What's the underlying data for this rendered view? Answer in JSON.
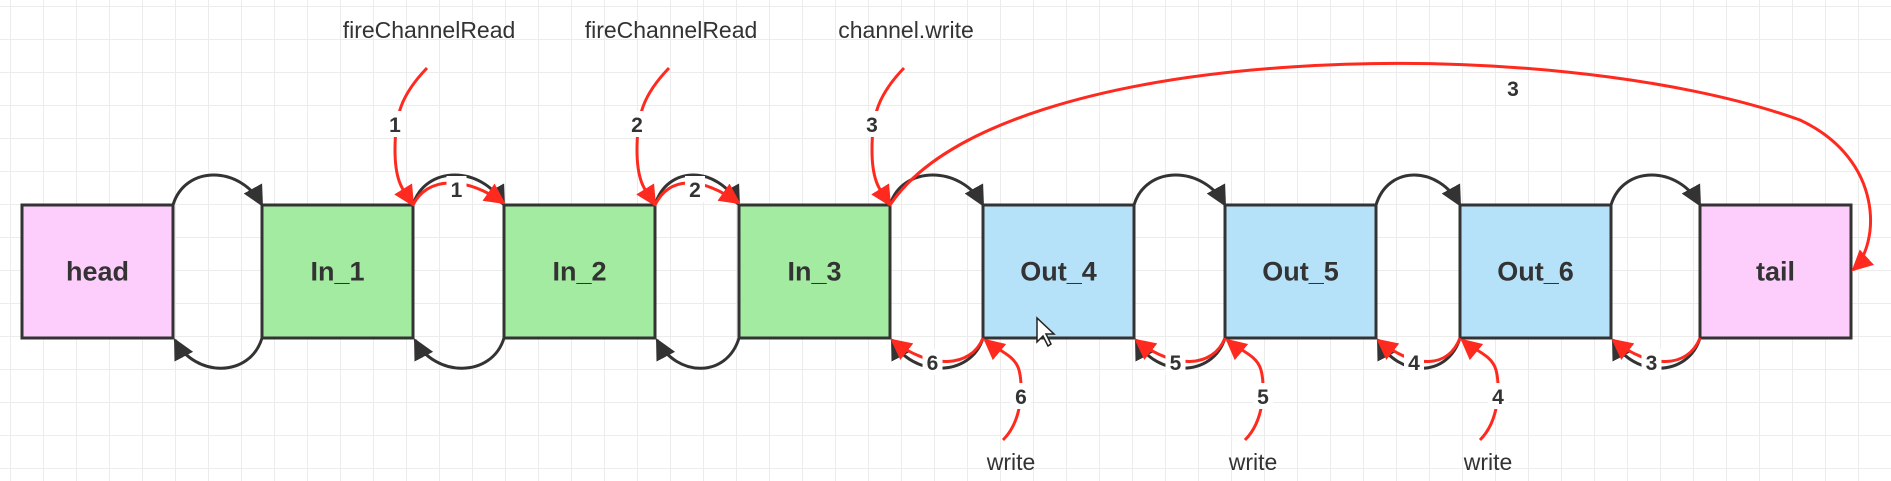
{
  "colors": {
    "inbound": "#a3eba0",
    "outbound": "#b5e1f9",
    "endpoint": "#fdcdfc",
    "flow": "#ff2a1f",
    "link": "#333333"
  },
  "nodes": [
    {
      "label": "head",
      "kind": "endpoint"
    },
    {
      "label": "In_1",
      "kind": "inbound"
    },
    {
      "label": "In_2",
      "kind": "inbound"
    },
    {
      "label": "In_3",
      "kind": "inbound"
    },
    {
      "label": "Out_4",
      "kind": "outbound"
    },
    {
      "label": "Out_5",
      "kind": "outbound"
    },
    {
      "label": "Out_6",
      "kind": "outbound"
    },
    {
      "label": "tail",
      "kind": "endpoint"
    }
  ],
  "top_calls": [
    {
      "label": "fireChannelRead",
      "step": "1",
      "target": "In_1"
    },
    {
      "label": "fireChannelRead",
      "step": "2",
      "target": "In_2"
    },
    {
      "label": "channel.write",
      "step": "3",
      "target": "In_3"
    }
  ],
  "top_hops": [
    {
      "from": "In_1",
      "to": "In_2",
      "step": "1"
    },
    {
      "from": "In_2",
      "to": "In_3",
      "step": "2"
    },
    {
      "from": "In_3",
      "to": "tail",
      "step": "3"
    }
  ],
  "bottom_calls": [
    {
      "label": "write",
      "step": "6",
      "target": "Out_4"
    },
    {
      "label": "write",
      "step": "5",
      "target": "Out_5"
    },
    {
      "label": "write",
      "step": "4",
      "target": "Out_6"
    }
  ],
  "bottom_hops": [
    {
      "from": "Out_4",
      "to": "In_3",
      "step": "6"
    },
    {
      "from": "Out_5",
      "to": "Out_4",
      "step": "5"
    },
    {
      "from": "Out_6",
      "to": "Out_5",
      "step": "4"
    },
    {
      "from": "tail",
      "to": "Out_6",
      "step": "3"
    }
  ]
}
